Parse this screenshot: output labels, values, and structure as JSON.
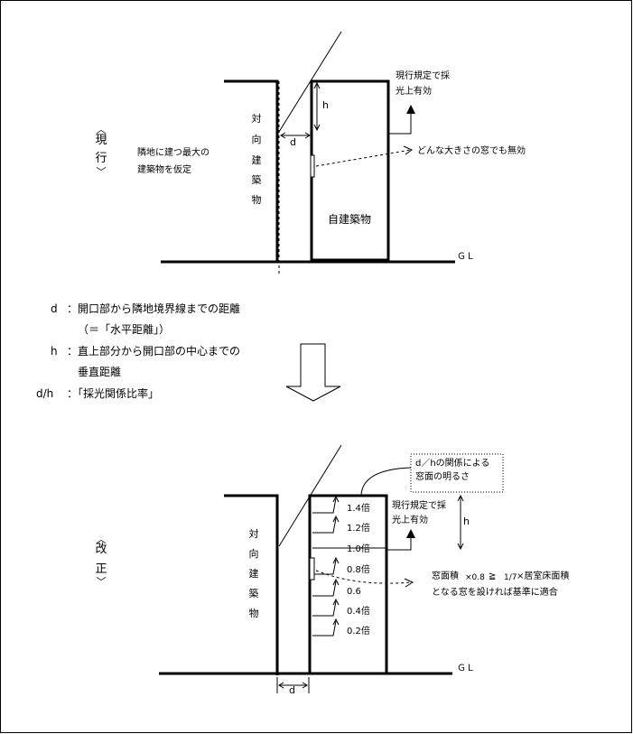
{
  "top": {
    "section_label": "現行",
    "opposite_building_label": "対向建築物",
    "neighbor_note_line1": "隣地に建つ最大の",
    "neighbor_note_line2": "建築物を仮定",
    "own_building_label": "自建築物",
    "rule_line1": "現行規定で採",
    "rule_line2": "光上有効",
    "window_note": "どんな大きさの窓でも無効",
    "h_label": "h",
    "d_label": "d",
    "gl_label": "ＧＬ"
  },
  "legend": {
    "d_key": "d",
    "d_text": "：開口部から隣地境界線までの距離",
    "d_paren": "（＝「水平距離」）",
    "h_key": "h",
    "h_text": "：直上部分から開口部の中心までの",
    "h_text2": "垂直距離",
    "ratio_key": "d/h",
    "ratio_text": "：「採光関係比率」"
  },
  "bottom": {
    "section_label": "改正",
    "opposite_building_label": "対向建築物",
    "box_line1": "d／hの関係による",
    "box_line2": "窓面の明るさ",
    "rule_line1": "現行規定で採",
    "rule_line2": "光上有効",
    "h_label": "h",
    "d_label": "d",
    "gl_label": "ＧＬ",
    "multipliers": [
      "1.4倍",
      "1.2倍",
      "1.0倍",
      "0.8倍",
      "0.6",
      "0.4倍",
      "0.2倍"
    ],
    "note_line1_a": "窓面積",
    "note_line1_b": "×0.8",
    "note_line1_c": "≧",
    "note_line1_d": "1/7",
    "note_line1_e": "×居室床面積",
    "note_line2": "となる窓を設ければ基準に適合"
  }
}
